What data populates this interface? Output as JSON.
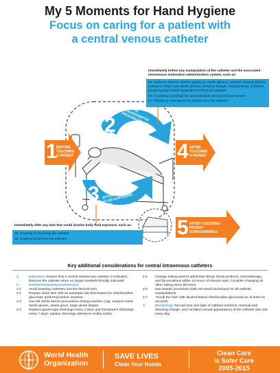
{
  "title": "My 5 Moments for Hand Hygiene",
  "subtitle_line1": "Focus on caring for a patient with",
  "subtitle_line2": "a central venous catheter",
  "box_top": {
    "heading": "Immediately before any manipulation of the catheter and the associated intravenous medication administration system, such as:",
    "items": [
      "2a. Catheter insertion (before putting on sterile gloves), catheter removal (before putting on clean, non-sterile gloves), dressing change, drawing blood, or before preparing associated equipment for these procedures",
      "2b. Accessing (opening) the administration set and infusion system",
      "2c. Preparing medications for infusion into the catheter"
    ]
  },
  "box_bottom": {
    "heading": "Immediately after any task that could involve body fluid exposure, such as:",
    "items": [
      "3a. Inserting or removing the catheter",
      "3b. Drawing blood from the catheter"
    ]
  },
  "moments": [
    {
      "num": "1",
      "label": "BEFORE TOUCHING A PATIENT"
    },
    {
      "num": "2",
      "label": "BEFORE CLEAN/ASEPTIC PROCEDURE"
    },
    {
      "num": "3",
      "label": "AFTER BODY FLUID EXPOSURE RISK"
    },
    {
      "num": "4",
      "label": "AFTER TOUCHING A PATIENT"
    },
    {
      "num": "5",
      "label": "AFTER TOUCHING PATIENT SURROUNDINGS"
    }
  ],
  "key_heading": "Key additional considerations for central intravenous catheters",
  "key_left": [
    {
      "n": "1.",
      "label": "Indication:",
      "text": " Ensure that a central intravenous catheter is indicated. Remove the catheter when no longer needed/clinically indicated."
    },
    {
      "n": "2.",
      "label": "Insertion/maintenance/removal",
      "text": ""
    },
    {
      "n": "2.1",
      "label": "",
      "text": "Avoid inserting catheters into the femoral vein."
    },
    {
      "n": "2.2",
      "label": "",
      "text": "Prepare clean skin with an antiseptic (alcohol-based 2% chlorhexidine-gluconate preferred) before insertion."
    },
    {
      "n": "2.3",
      "label": "",
      "text": "Use full sterile barrier precautions during insertion (cap, surgical mask, sterile gloves, sterile gown, large sterile drape)."
    },
    {
      "n": "2.4",
      "label": "",
      "text": "Replace gauze-type dressings every 2 days and transparent dressings every 7 days; replace dressings whenever visibly soiled."
    }
  ],
  "key_right": [
    {
      "n": "2.5",
      "label": "",
      "text": "Change tubing used to administer blood, blood products, chemotherapy, and fat emulsions within 24 hours of infusion start. Consider changing all other tubing every 96 hours."
    },
    {
      "n": "2.6",
      "label": "",
      "text": "Use aseptic procedure (with non-touch technique) for all catheter manipulations."
    },
    {
      "n": "2.7",
      "label": "",
      "text": "\"Scrub the hub\" with alcohol-based chlorhexidine-gluconate for at least 15 seconds."
    },
    {
      "n": "3.",
      "label": "Monitoring:",
      "text": " Record time and date of catheter insertion, removal and dressing change, and condition (visual appearance) of the catheter skin site every day."
    }
  ],
  "footer": {
    "who_line1": "World Health",
    "who_line2": "Organization",
    "save1": "SAVE LIVES",
    "save2": "Clean Your Hands",
    "clean1": "Clean Care",
    "clean2": "is Safer Care",
    "clean3": "2005-2015"
  },
  "colors": {
    "orange": "#f47f20",
    "blue": "#26a4db",
    "title_blue": "#2aa6dc"
  }
}
